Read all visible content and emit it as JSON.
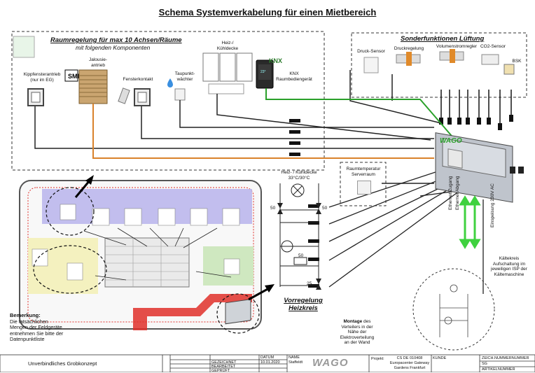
{
  "title": "Schema Systemverkabelung für einen Mietbereich",
  "raumregelung": {
    "title": "Raumregelung für max 10 Achsen/Räume",
    "subtitle": "mit folgenden Komponenten"
  },
  "components": {
    "kippfenster": "Kippfensterantrieb\n(nur im EG)",
    "jalousie": "Jalousie-\nantrieb",
    "fensterkontakt": "Fensterkontakt",
    "taupunkt": "Taupunkt-\nwächter",
    "heizdecke": "Heiz-/\nKühldecke",
    "knx_logo": "KNX",
    "knx_label": "KNX\nRaumbediengerät"
  },
  "sonderfunktionen": {
    "title": "Sonderfunktionen Lüftung",
    "druck_sensor": "Druck-Sensor",
    "druckregelung": "Druckregelung",
    "volumenstrom": "Volumenstromregler",
    "co2": "CO2-Sensor",
    "bsk": "BSK"
  },
  "wago_logo": "WAGO",
  "raumtemperatur": "Raumtemperatur\nServerraum",
  "heizdecke_circuit": {
    "title": "Heiz- / Kühldecke\n33°C/30°C",
    "v1": "50",
    "v2": "50",
    "v3": "50",
    "v4": "25",
    "caption": "Vorregelung\nHeizkreis"
  },
  "side_labels": {
    "eth_zugang": "Ethernet Zugang",
    "eth_abgang": "Ethernet Abgang",
    "einspeisung": "Einspeisung 230V AC"
  },
  "kaeltekreis": "Kältekreis\nAufschaltung im\njeweiligen ISP der\nKältemaschine",
  "montage": {
    "bold": "Montage",
    "rest": " des\nVerteilers in der\nNähe der\nElektroverteilung\nan der Wand"
  },
  "bemerkung": {
    "head": "Bemerkung:",
    "text": "Die tatsächlichen\nMengen der Feldgeräte\nentnehmen Sie bitte der\nDatenpunktliste"
  },
  "titleblock": {
    "left": "Unverbindliches Grobkonzept",
    "col_datum": "DATUM",
    "col_name": "NAME",
    "row1": "GEZEICHNET",
    "row2": "BEARBEITET",
    "row3": "GEPRÜFT",
    "datum": "10.01.2020",
    "name": "Staffeldt",
    "projekt_label": "Projekt:",
    "projekt_line1": "CS DE 010408",
    "projekt_line2": "Europacenter Gateway",
    "projekt_line3": "Gardens Frankfurt",
    "kunde_label": "KUNDE",
    "zeich_label": "ZEICH.NUMMERNUMMER",
    "sg": "SG",
    "artikel_label": "ARTIKELNUMMER",
    "wago": "WAGO"
  },
  "colors": {
    "orange": "#d9822b",
    "green": "#2aa02a",
    "arrow_green": "#3fd13f",
    "red": "#e0302a",
    "purple": "#b9b4ec",
    "plan_green": "#cfe8c0",
    "dark": "#1a1a1a"
  }
}
